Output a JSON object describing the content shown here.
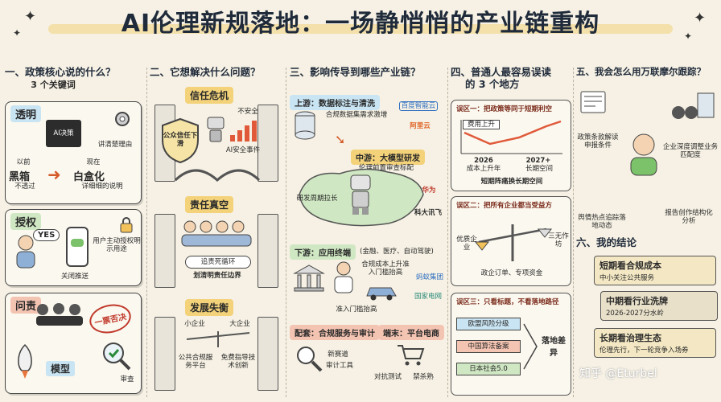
{
  "title": "AI伦理新规落地：一场静悄悄的产业链重构",
  "col1": {
    "heading": "一、政策核心说的什么？",
    "subheading": "3 个关键词",
    "k1": {
      "label": "透明",
      "box": "AI决策",
      "before_label": "以前",
      "before_value": "黑箱",
      "before_note": "不透过",
      "explain": "讲清楚理由",
      "now_label": "现在",
      "now_value": "白盒化",
      "now_note": "详细细的说明"
    },
    "k2": {
      "label": "授权",
      "yes": "YES",
      "explain": "用户主动授权明示用途",
      "close": "关闭推送"
    },
    "k3": {
      "label": "问责",
      "stamp": "一票否决",
      "model": "模型",
      "review": "审查"
    }
  },
  "col2": {
    "heading": "二、它想解决什么问题？",
    "s1": {
      "title": "信任危机",
      "shield": "公众信任下滑",
      "unsafe": "不安全",
      "event": "AI安全事件"
    },
    "s2": {
      "title": "责任真空",
      "loop": "追责死循环",
      "scope": "划清明责任边界"
    },
    "s3": {
      "title": "发展失衡",
      "small": "小企业",
      "large": "大企业",
      "platform": "公共合规服务平台",
      "guide": "免费指导技术创新"
    }
  },
  "col3": {
    "heading": "三、影响传导到哪些产业链？",
    "up": {
      "label": "上游：数据标注与清洗",
      "note": "合规数据集需求激增",
      "logo1": "百度智能云",
      "logo2": "阿里云"
    },
    "mid": {
      "label": "中游：大模型研发",
      "note": "伦理前置审查标配",
      "rd": "研发周期拉长",
      "huawei": "华为",
      "iflytek": "科大讯飞"
    },
    "down": {
      "label": "下游：应用终端",
      "detail": "(金融、医疗、自动驾驶)",
      "cost": "合规成本上升准入门槛抬高",
      "ant": "蚂蚁集团",
      "grid": "国家电网",
      "barrier": "准入门槛抬高"
    },
    "supp": {
      "label": "配套：合规服务与审计",
      "track": "新赛道",
      "tool": "审计工具"
    },
    "term": {
      "label": "端末：平台电商",
      "test": "对抗测试",
      "kill": "禁杀熟"
    }
  },
  "col4": {
    "heading": "四、普通人最容易误读",
    "heading2": "的 3 个地方",
    "z1": {
      "title": "误区一：把政策等同于短期利空",
      "cost_rise": "费用上升",
      "y1": "2026",
      "y1n": "成本上升年",
      "y2": "2027+",
      "y2n": "长期空间",
      "note": "短期阵痛换长期空间"
    },
    "z2": {
      "title": "误区二：把所有企业都当受益方",
      "good": "优质企业",
      "three": "三无作坊",
      "note": "政企订单、专项资金"
    },
    "z3": {
      "title": "误区三：只看标题，不看落地路径",
      "eu": "欧盟风险分级",
      "cn": "中国算法备案",
      "jp": "日本社会5.0",
      "gap": "落地差异"
    }
  },
  "col5": {
    "heading": "五、我会怎么用万联摩尔跟踪？",
    "t1": "政策条款解读申报条件",
    "t2": "企业深度调整业务匹配度",
    "t3": "舆情热点追踪落地动态",
    "t4": "报告创作结构化分析",
    "conclusion": "六、我的结论",
    "c1": {
      "title": "短期看合规成本",
      "sub": "中小关注公共服务"
    },
    "c2": {
      "title": "中期看行业洗牌",
      "sub": "2026-2027分水岭"
    },
    "c3": {
      "title": "长期看治理生态",
      "sub": "伦理先行，下一轮竞争入场券"
    }
  },
  "watermark": "知乎 @Eturbel"
}
